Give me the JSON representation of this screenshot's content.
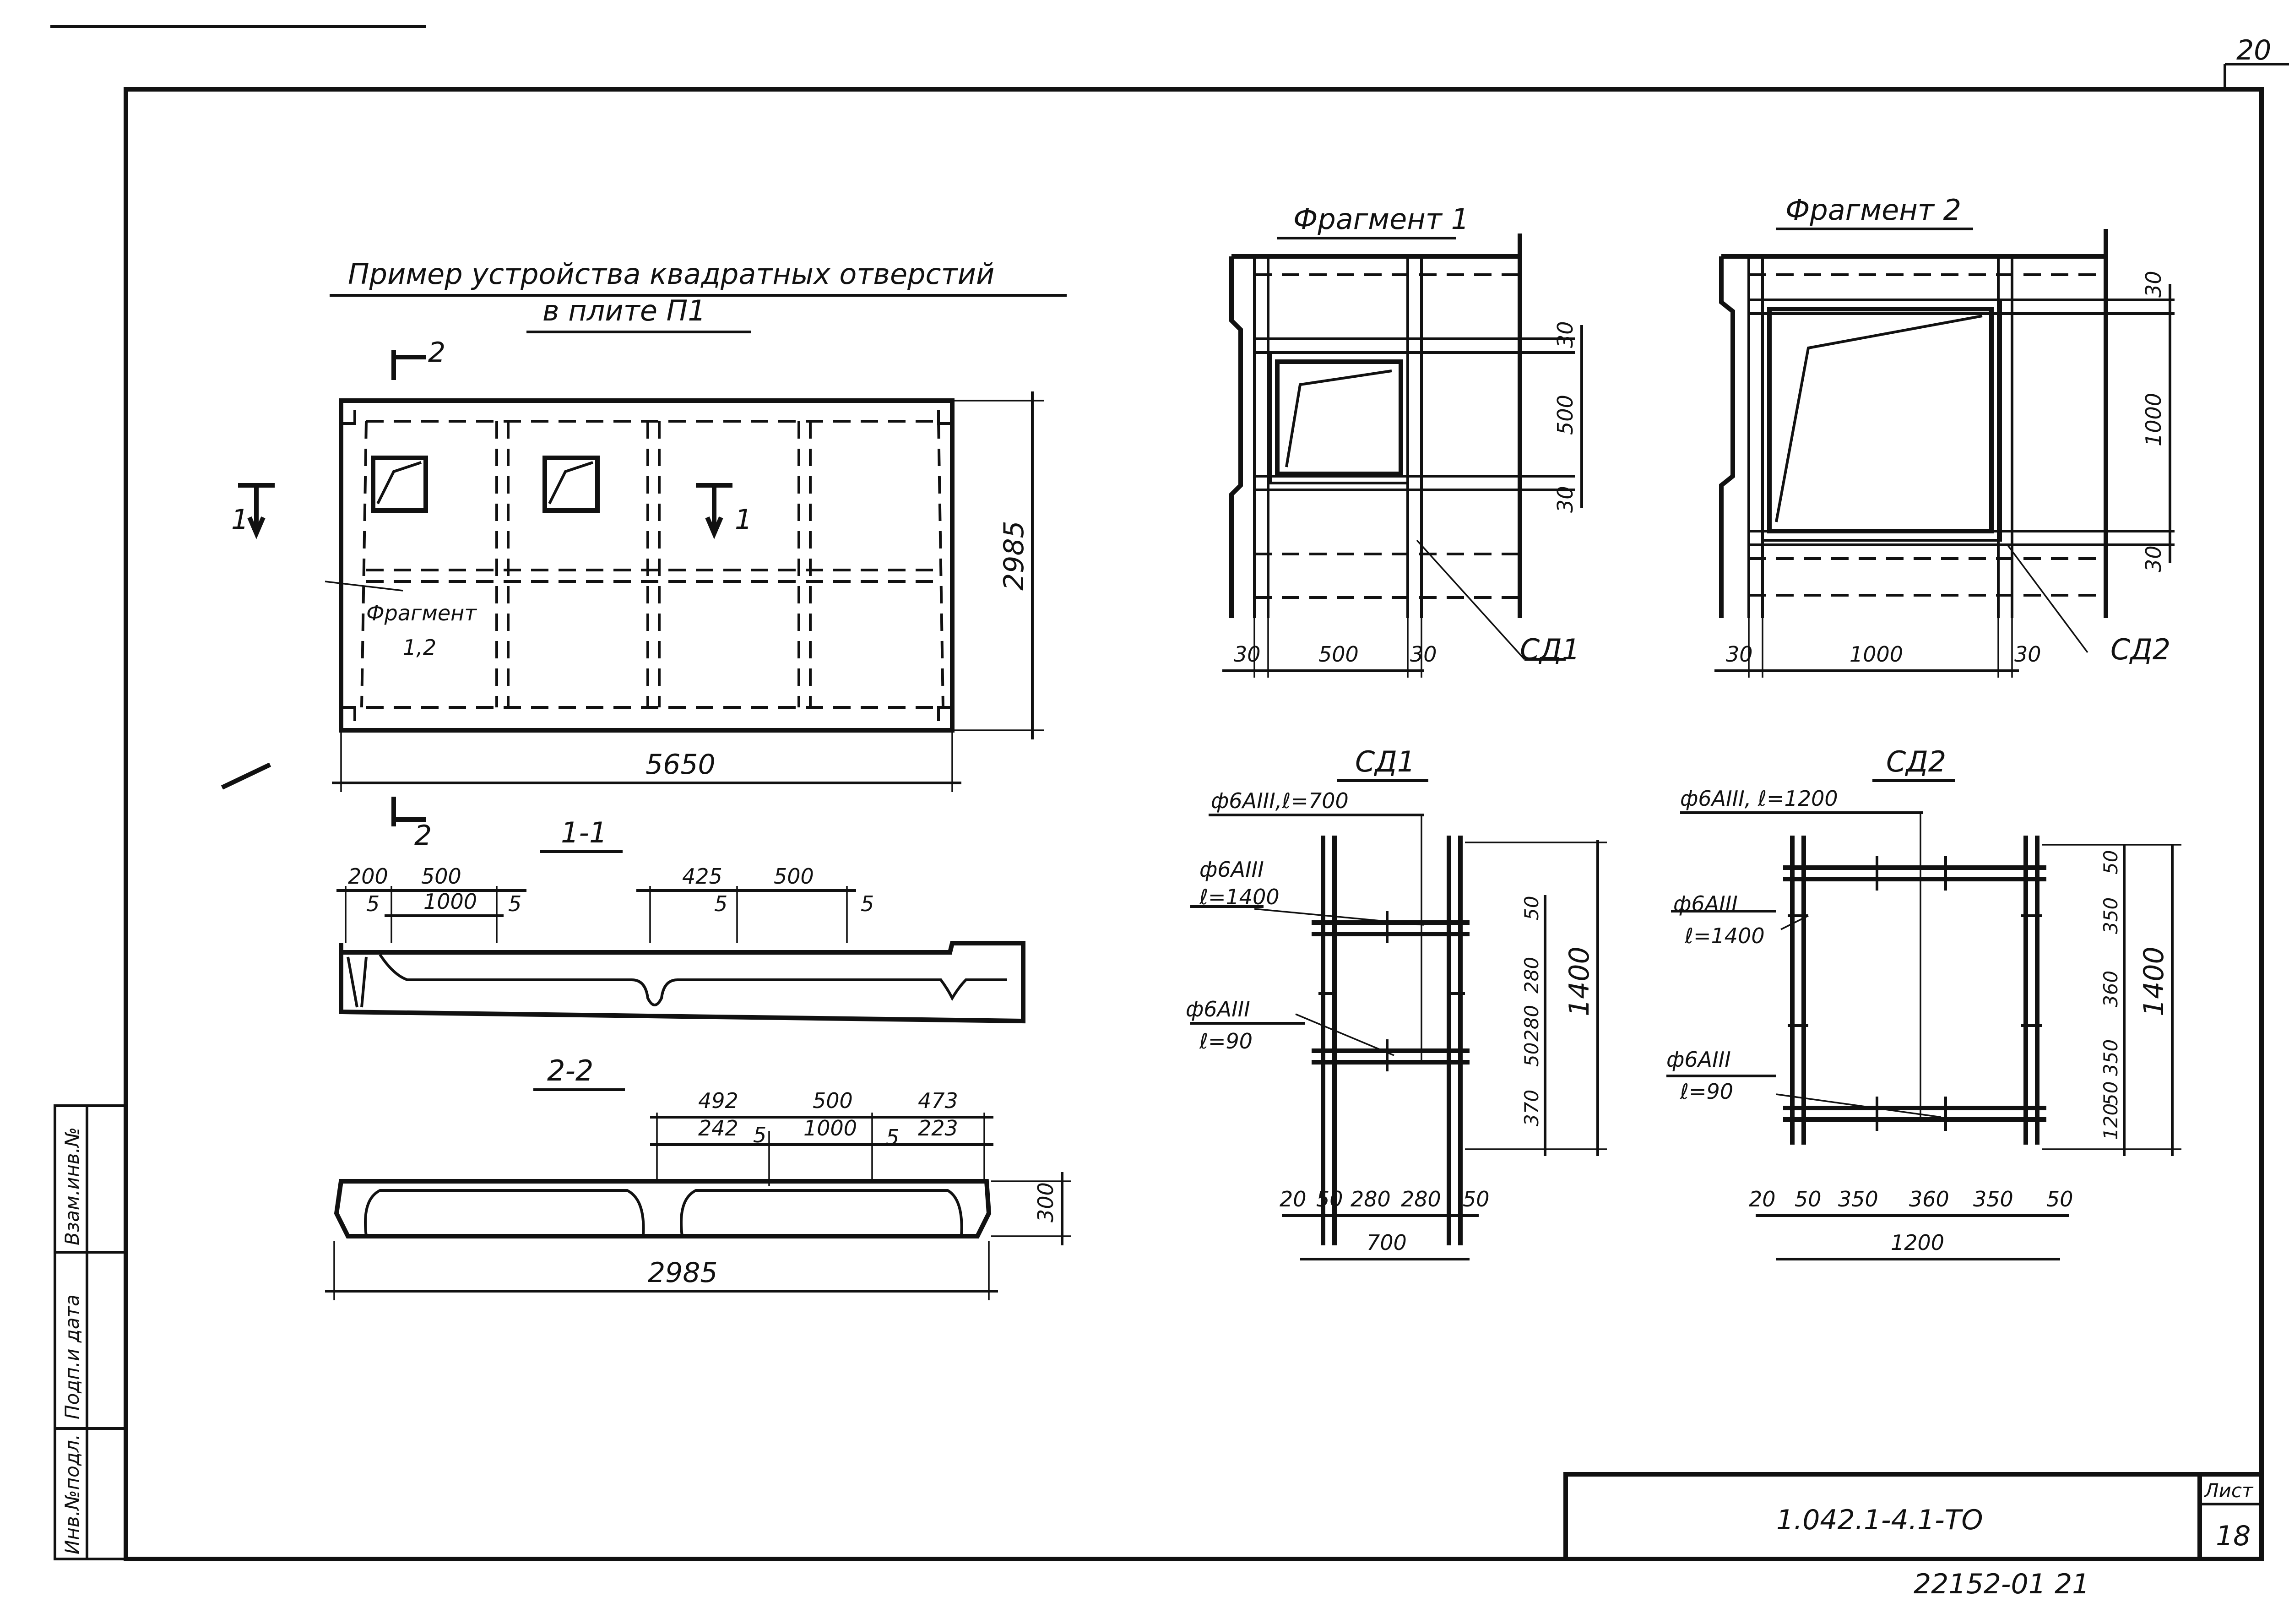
{
  "sheet": {
    "page_corner_number": "20",
    "designation": "1.042.1-4.1-ТО",
    "list_label": "Лист",
    "list_number": "18",
    "archive_number": "22152-01 21",
    "side_stamp": [
      "Инв.№подл.",
      "Подп.и дата",
      "Взам.инв.№"
    ]
  },
  "plan": {
    "title_line1": "Пример устройства квадратных отверстий",
    "title_line2": "в плите П1",
    "section_2_label_top": "2",
    "section_2_label_bottom": "2",
    "section_1_label_left": "1",
    "section_1_label_right": "1",
    "fragment_label": "Фрагмент",
    "fragment_nums": "1,2",
    "dim_length": "5650",
    "dim_width": "2985"
  },
  "section_1_1": {
    "title": "1-1",
    "dims": [
      "200",
      "500",
      "1000",
      "5",
      "5",
      "425",
      "500",
      "5",
      "5"
    ]
  },
  "section_2_2": {
    "title": "2-2",
    "dims_top": [
      "492",
      "500",
      "473"
    ],
    "dims_bottom": [
      "242",
      "1000",
      "223"
    ],
    "dims_small": [
      "5",
      "5"
    ],
    "height": "300",
    "length": "2985"
  },
  "fragment1": {
    "title": "Фрагмент 1",
    "dims_right": [
      "30",
      "500",
      "30"
    ],
    "dims_bottom": [
      "30",
      "500",
      "30"
    ],
    "callout": "СД1"
  },
  "fragment2": {
    "title": "Фрагмент 2",
    "dims_right": [
      "30",
      "1000",
      "30"
    ],
    "dims_bottom": [
      "30",
      "1000",
      "30"
    ],
    "callout": "СД2"
  },
  "sd1": {
    "title": "СД1",
    "bar_top": "ф6АIII,ℓ=700",
    "bar_mid_1": "ф6АIII",
    "bar_mid_2": "ℓ=1400",
    "bar_small_1": "ф6АIII",
    "bar_small_2": "ℓ=90",
    "dims_right": [
      "50",
      "280",
      "280",
      "50",
      "370"
    ],
    "dim_total_height": "1400",
    "dims_bottom": [
      "20",
      "50",
      "280",
      "280",
      "50"
    ],
    "dim_total_width": "700"
  },
  "sd2": {
    "title": "СД2",
    "bar_top": "ф6АIII, ℓ=1200",
    "bar_mid_1": "ф6АIII",
    "bar_mid_2": "ℓ=1400",
    "bar_small_1": "ф6АIII",
    "bar_small_2": "ℓ=90",
    "dims_right": [
      "50",
      "350",
      "360",
      "350",
      "50",
      "120"
    ],
    "dim_total_height": "1400",
    "dims_bottom": [
      "20",
      "50",
      "350",
      "360",
      "350",
      "50"
    ],
    "dim_total_width": "1200"
  }
}
